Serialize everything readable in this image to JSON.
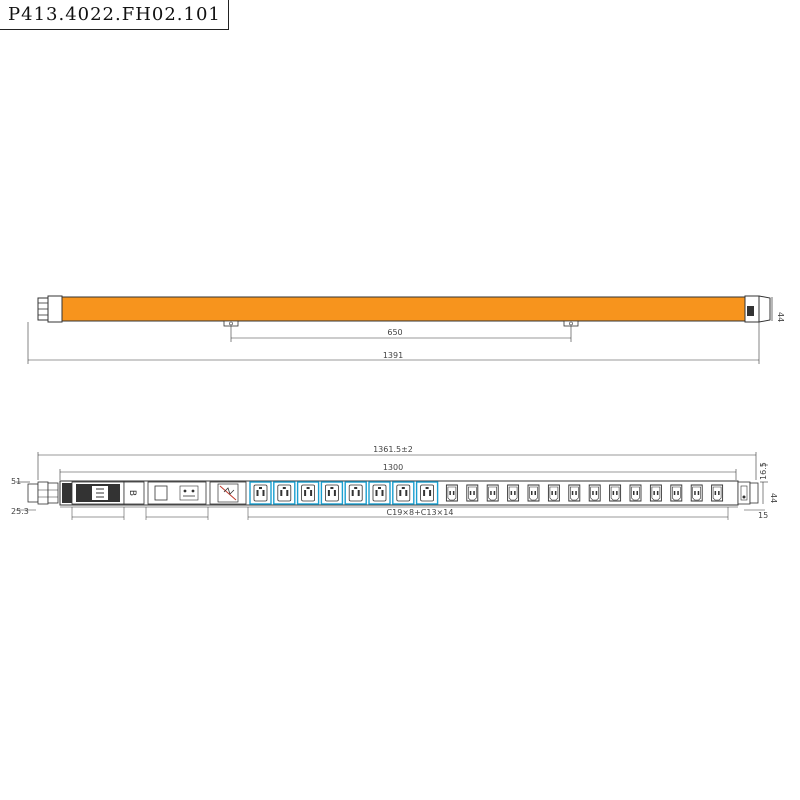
{
  "title": "P413.4022.FH02.101",
  "colors": {
    "body_orange": "#f7941d",
    "c19_outline": "#1a9fd0",
    "line": "#333333"
  },
  "side_view": {
    "dim_length_total": "1391",
    "dim_bracket_spacing": "650",
    "dim_height": "44"
  },
  "front_view": {
    "dim_overall": "1361.5±2",
    "dim_mounting": "1300",
    "dim_outlets": "C19×8+C13×14",
    "dim_left_top": "51",
    "dim_left_side": "25.3",
    "dim_right_top": "16.5",
    "dim_right_side": "44",
    "dim_right_bottom": "15",
    "breaker_label": "B",
    "c19_count": 8,
    "c13_count": 14
  }
}
